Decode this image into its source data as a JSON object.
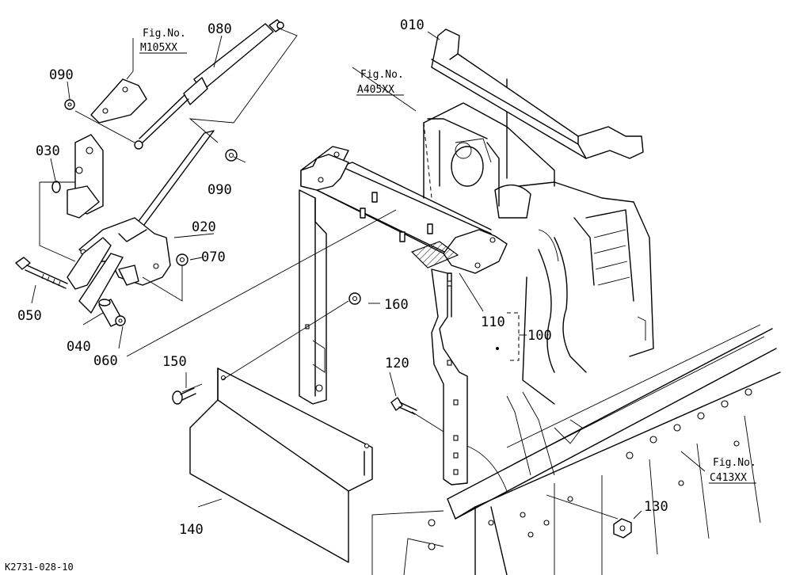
{
  "drawing_code": "K2731-028-10",
  "fig_refs": [
    {
      "label": "Fig.No.",
      "code": "M105XX"
    },
    {
      "label": "Fig.No.",
      "code": "A405XX"
    },
    {
      "label": "Fig.No.",
      "code": "C413XX"
    }
  ],
  "part_labels": {
    "p010": "010",
    "p020": "020",
    "p030": "030",
    "p040": "040",
    "p050": "050",
    "p060": "060",
    "p070": "070",
    "p080": "080",
    "p090a": "090",
    "p090b": "090",
    "p100": "100",
    "p110": "110",
    "p120": "120",
    "p130": "130",
    "p140": "140",
    "p150": "150",
    "p160": "160"
  }
}
